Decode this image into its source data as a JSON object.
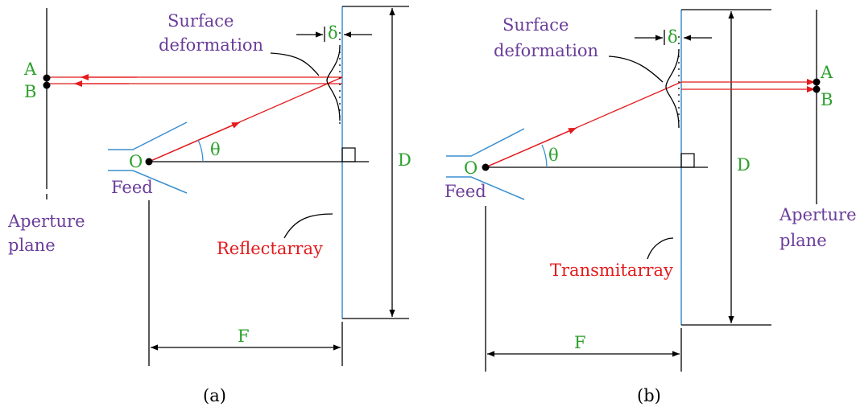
{
  "panel_a": {
    "caption": "(a)",
    "surface_deformation_line1": "Surface",
    "surface_deformation_line2": "deformation",
    "delta": "δ",
    "point_a": "A",
    "point_b": "B",
    "origin": "O",
    "theta": "θ",
    "feed": "Feed",
    "aperture_line1": "Aperture",
    "aperture_line2": "plane",
    "array_label": "Reflectarray",
    "diameter": "D",
    "focal": "F"
  },
  "panel_b": {
    "caption": "(b)",
    "surface_deformation_line1": "Surface",
    "surface_deformation_line2": "deformation",
    "delta": "δ",
    "point_a": "A",
    "point_b": "B",
    "origin": "O",
    "theta": "θ",
    "feed": "Feed",
    "aperture_line1": "Aperture",
    "aperture_line2": "plane",
    "array_label": "Transmitarray",
    "diameter": "D",
    "focal": "F"
  },
  "colors": {
    "label_purple": "#6a3d9a",
    "label_green": "#2ca02c",
    "ray_red": "#e41a1c",
    "array_blue": "#3b8fd0"
  }
}
